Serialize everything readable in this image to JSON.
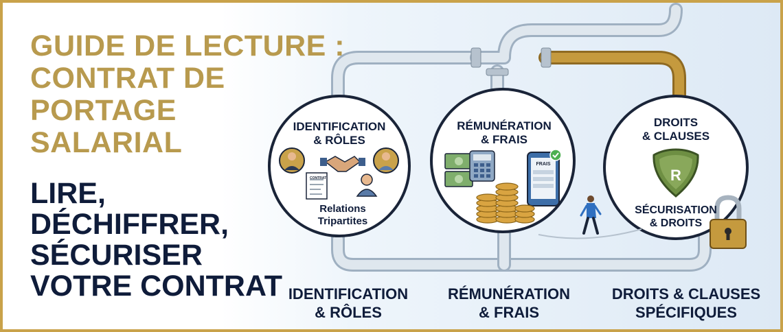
{
  "headline": {
    "lines": [
      "GUIDE DE LECTURE :",
      "CONTRAT DE",
      "PORTAGE",
      "SALARIAL"
    ]
  },
  "tagline": {
    "lines": [
      "LIRE,",
      "DÉCHIFFRER,",
      "SÉCURISER",
      "VOTRE CONTRAT"
    ]
  },
  "circles": [
    {
      "title": [
        "IDENTIFICATION",
        "& RÔLES"
      ],
      "subtitle": [
        "Relations",
        "Tripartites"
      ],
      "doc_label": "CONTRAT"
    },
    {
      "title": [
        "RÉMUNÉRATION",
        "& FRAIS"
      ],
      "phone_label": "FRAIS"
    },
    {
      "title": [
        "DROITS",
        "& CLAUSES"
      ],
      "badge_letter": "R",
      "subtitle": [
        "SÉCURISATION",
        "& DROITS"
      ]
    }
  ],
  "bottom_labels": [
    [
      "IDENTIFICATION",
      "& RÔLES"
    ],
    [
      "RÉMUNÉRATION",
      "& FRAIS"
    ],
    [
      "DROITS & CLAUSES",
      "SPÉCIFIQUES"
    ]
  ],
  "colors": {
    "gold": "#b89a4e",
    "navy": "#0f1c3a",
    "border": "#c9a24a",
    "pipe": "#c9d4df",
    "pipe_gold": "#c59a3e",
    "money_green": "#7fae6c"
  },
  "icons": [
    "person-icon",
    "handshake-icon",
    "contract-document-icon",
    "calculator-icon",
    "banknote-icon",
    "coin-stack-icon",
    "phone-icon",
    "check-icon",
    "shield-r-icon",
    "padlock-icon",
    "walking-person-icon"
  ]
}
